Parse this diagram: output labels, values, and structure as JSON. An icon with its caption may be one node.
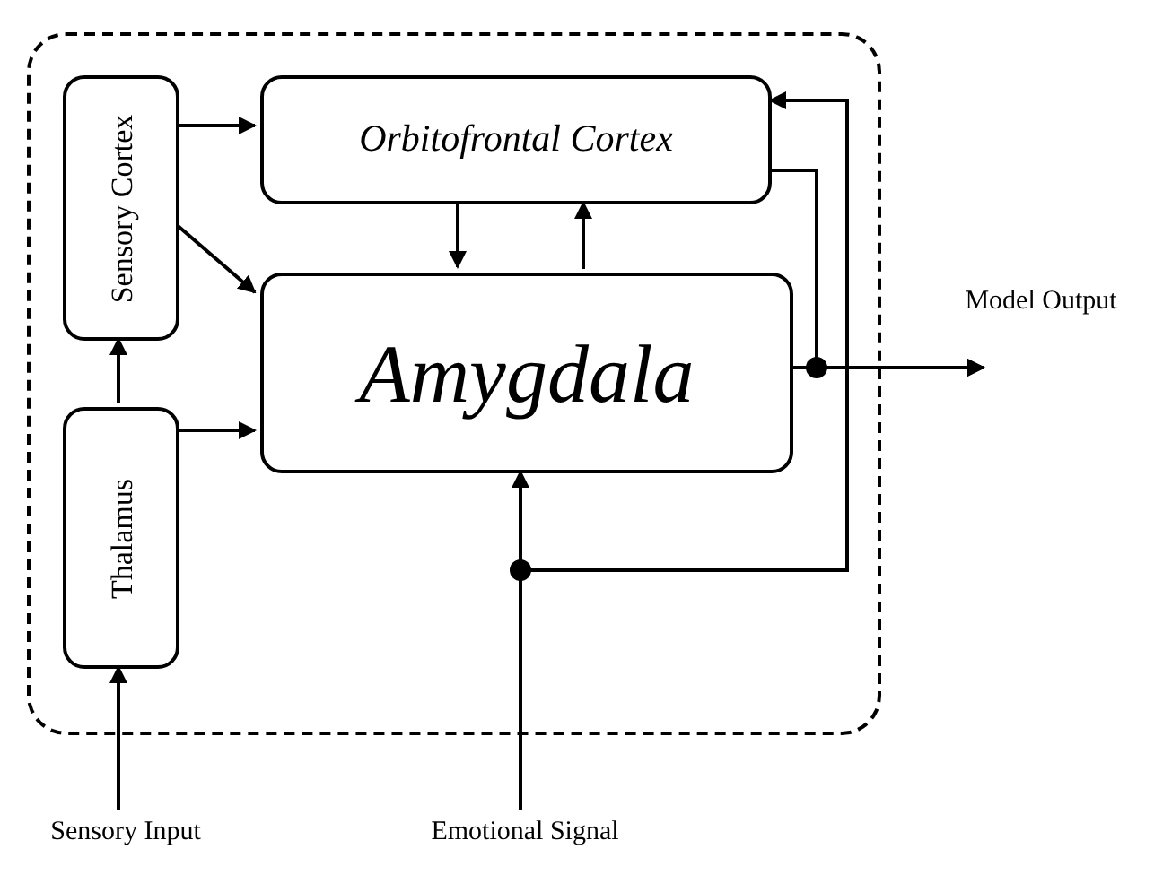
{
  "diagram": {
    "nodes": [
      {
        "text": [],
        "shape": "box"
      },
      {
        "text": [
          "Sensory Cortex"
        ],
        "in": 0
      },
      {
        "text": [
          "Thalamus"
        ],
        "in": 0
      },
      {
        "text": [
          "Orbitofrontal Cortex"
        ],
        "in": 0
      },
      {
        "text": [
          "Amygdala"
        ],
        "in": 0
      },
      {
        "text": [
          "Sensory Input"
        ]
      },
      {
        "text": [
          "Emotional Signal"
        ]
      },
      {
        "text": [
          "Model Output"
        ]
      }
    ],
    "edges": [
      {
        "from": 5,
        "to": 2,
        "arrow": "to"
      },
      {
        "from": 2,
        "to": 1,
        "arrow": "to"
      },
      {
        "from": 2,
        "to": 4,
        "arrow": "to"
      },
      {
        "from": 1,
        "to": 3,
        "arrow": "to"
      },
      {
        "from": 1,
        "to": 4,
        "arrow": "to"
      },
      {
        "from": 3,
        "to": 4,
        "arrow": "to"
      },
      {
        "from": 4,
        "to": 3,
        "arrow": "to"
      },
      {
        "from": 4,
        "to": 7,
        "arrow": "to"
      },
      {
        "from": 3,
        "to": 7,
        "arrow": "to"
      },
      {
        "from": 6,
        "to": 4,
        "arrow": "to"
      },
      {
        "from": 6,
        "to": 3,
        "arrow": "to"
      }
    ]
  }
}
